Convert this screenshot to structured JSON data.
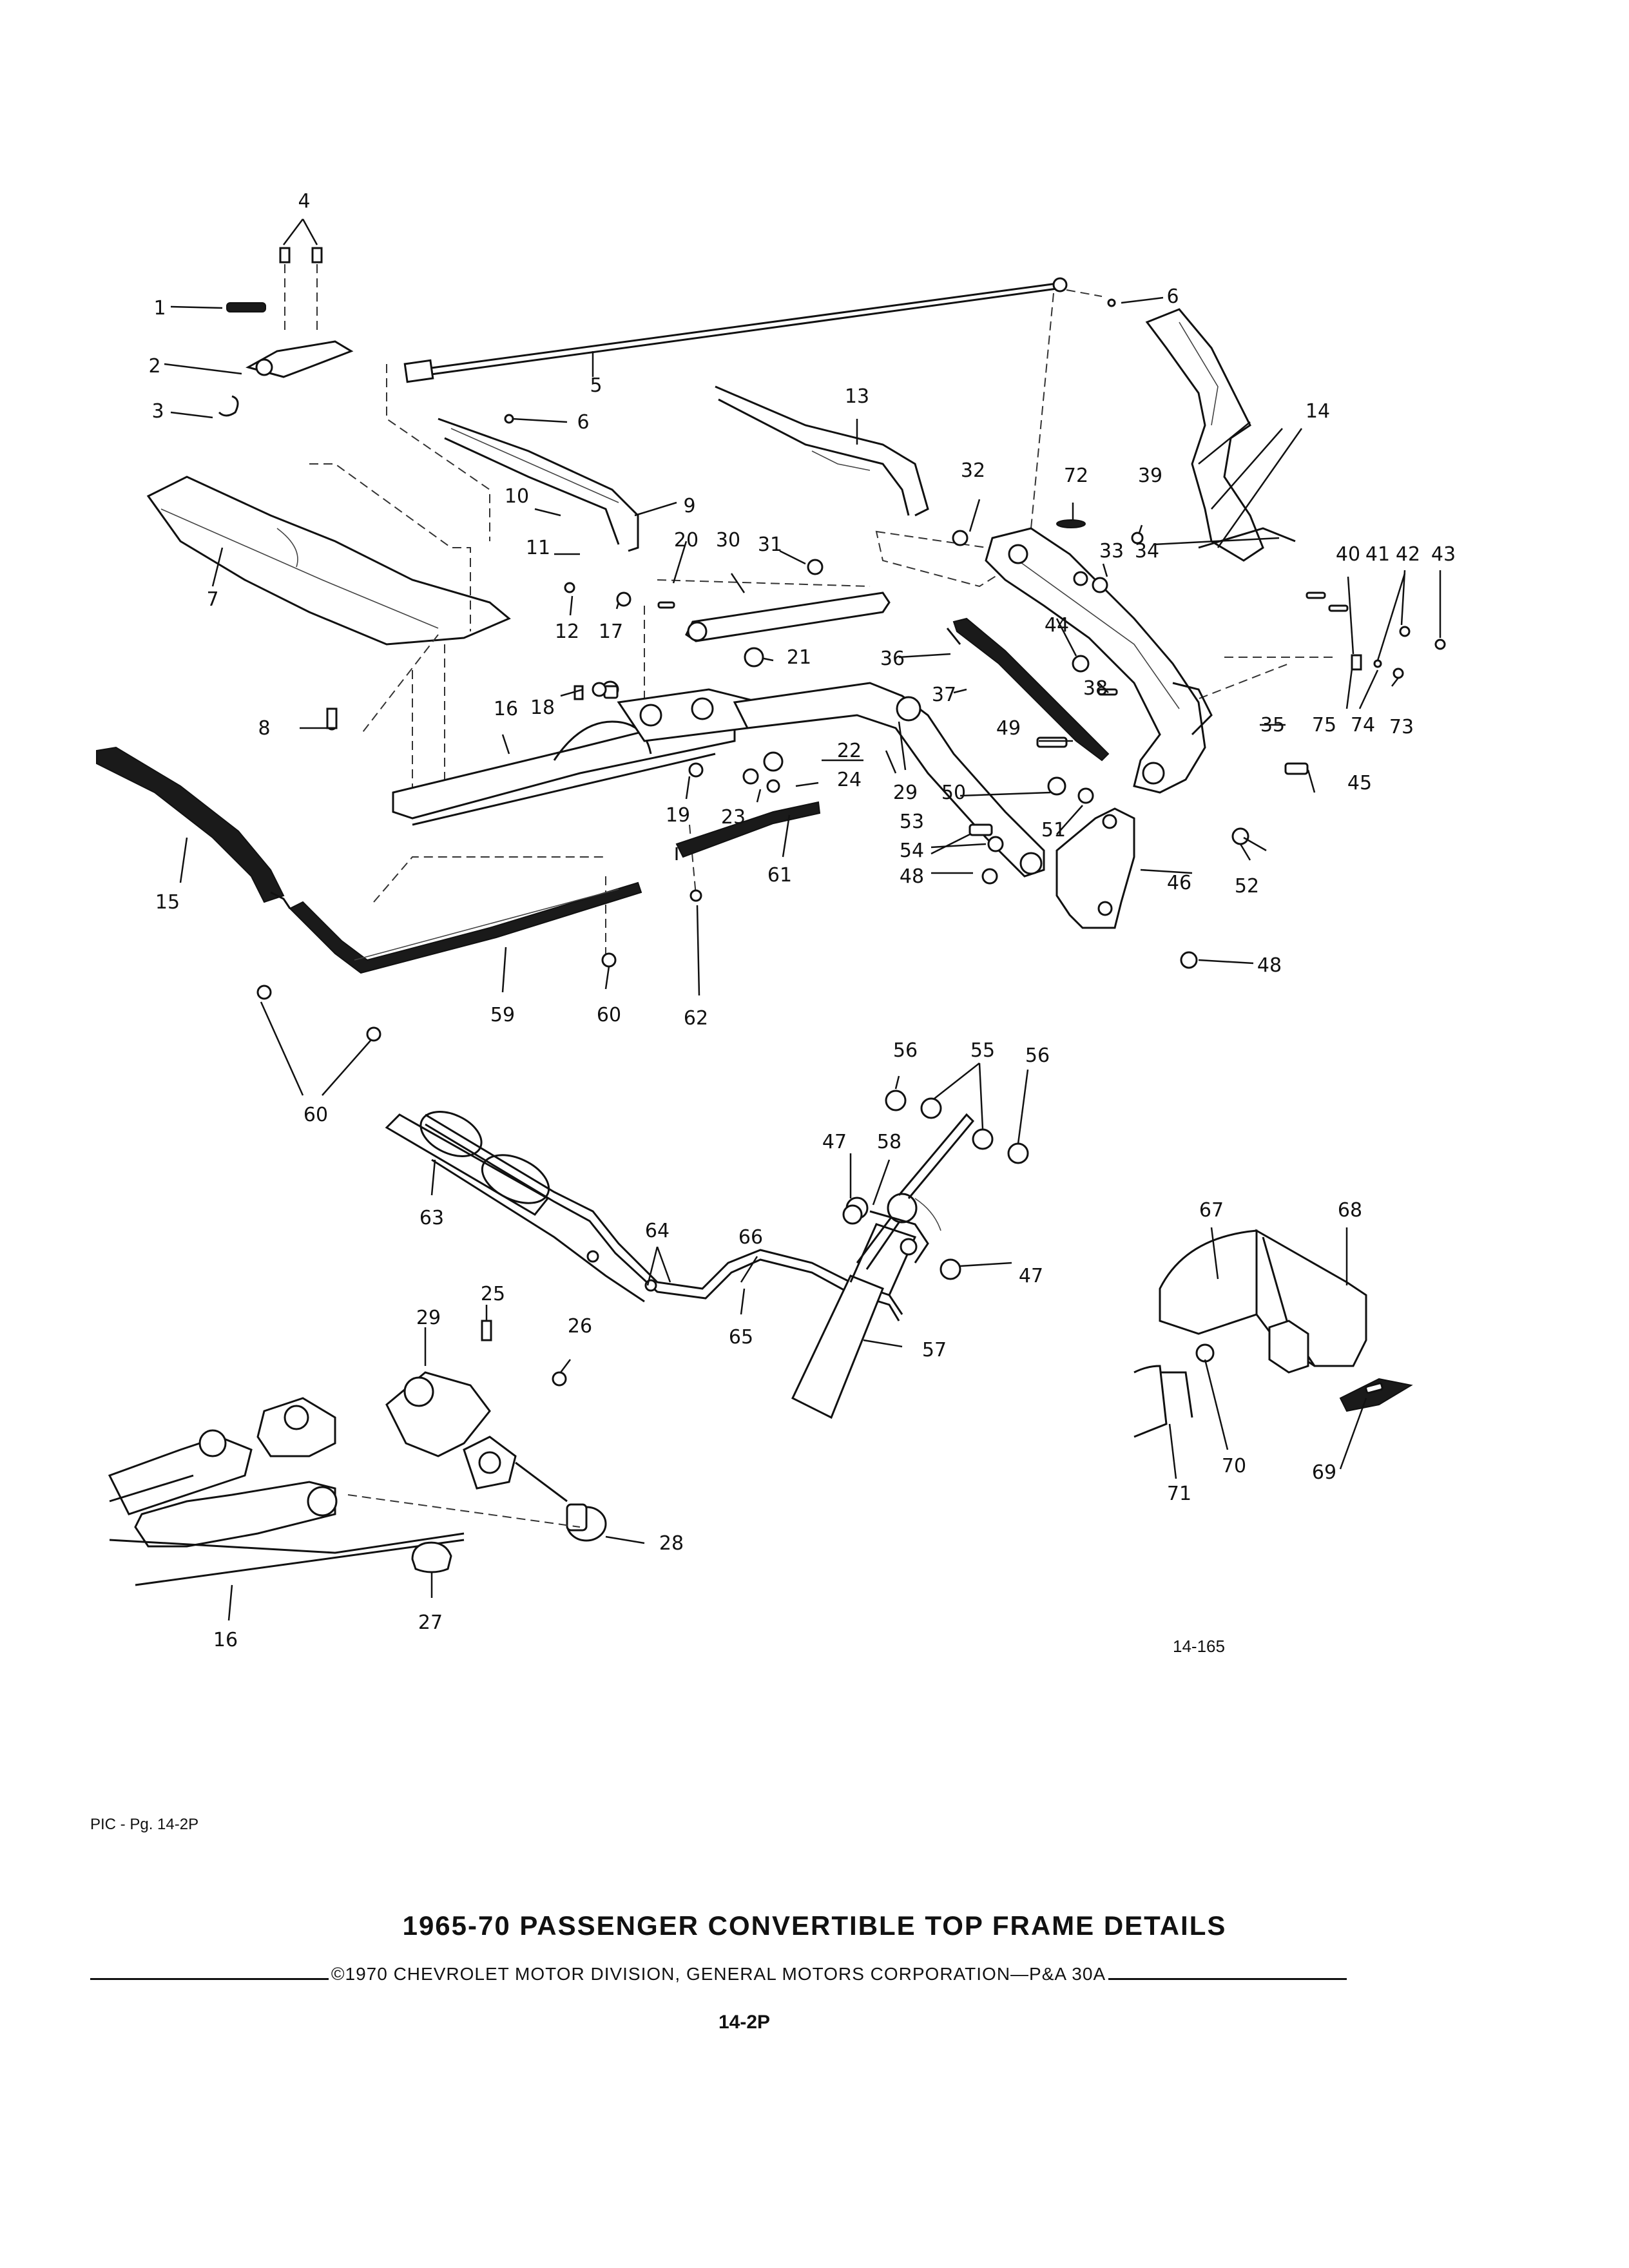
{
  "document": {
    "title": "1965-70 PASSENGER CONVERTIBLE TOP FRAME DETAILS",
    "copyright": "©1970 CHEVROLET MOTOR DIVISION, GENERAL MOTORS CORPORATION—P&A 30A",
    "page_number": "14-2P",
    "pic_reference": "PIC - Pg. 14-2P",
    "figure_number": "14-165"
  },
  "callouts": {
    "c1": "1",
    "c2": "2",
    "c3": "3",
    "c4": "4",
    "c5": "5",
    "c6a": "6",
    "c6b": "6",
    "c7": "7",
    "c8": "8",
    "c9": "9",
    "c10": "10",
    "c11": "11",
    "c12": "12",
    "c13": "13",
    "c14": "14",
    "c15": "15",
    "c16a": "16",
    "c16b": "16",
    "c17": "17",
    "c18": "18",
    "c19": "19",
    "c20": "20",
    "c21": "21",
    "c22": "22",
    "c23": "23",
    "c24": "24",
    "c25": "25",
    "c26": "26",
    "c27": "27",
    "c28": "28",
    "c29a": "29",
    "c29b": "29",
    "c30": "30",
    "c31": "31",
    "c32": "32",
    "c33": "33",
    "c34": "34",
    "c35": "35",
    "c36": "36",
    "c37": "37",
    "c38": "38",
    "c39": "39",
    "c40": "40",
    "c41": "41",
    "c42": "42",
    "c43": "43",
    "c44": "44",
    "c45": "45",
    "c46": "46",
    "c47a": "47",
    "c47b": "47",
    "c48a": "48",
    "c48b": "48",
    "c49": "49",
    "c50": "50",
    "c51": "51",
    "c52": "52",
    "c53": "53",
    "c54": "54",
    "c55": "55",
    "c56a": "56",
    "c56b": "56",
    "c57": "57",
    "c58": "58",
    "c59": "59",
    "c60a": "60",
    "c60b": "60",
    "c61": "61",
    "c62": "62",
    "c63": "63",
    "c64": "64",
    "c65": "65",
    "c66": "66",
    "c67": "67",
    "c68": "68",
    "c69": "69",
    "c70": "70",
    "c71": "71",
    "c72": "72",
    "c73": "73",
    "c74": "74",
    "c75": "75"
  }
}
